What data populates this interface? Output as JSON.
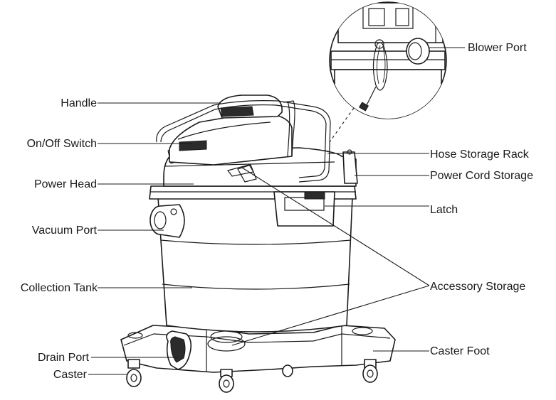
{
  "labels": {
    "handle": "Handle",
    "on_off_switch": "On/Off Switch",
    "power_head": "Power Head",
    "vacuum_port": "Vacuum Port",
    "collection_tank": "Collection Tank",
    "drain_port": "Drain Port",
    "caster": "Caster",
    "blower_port": "Blower Port",
    "hose_storage_rack": "Hose Storage Rack",
    "power_cord_storage": "Power Cord Storage",
    "latch": "Latch",
    "accessory_storage": "Accessory Storage",
    "caster_foot": "Caster Foot"
  },
  "colors": {
    "line": "#1a1a1a",
    "background": "#ffffff"
  }
}
